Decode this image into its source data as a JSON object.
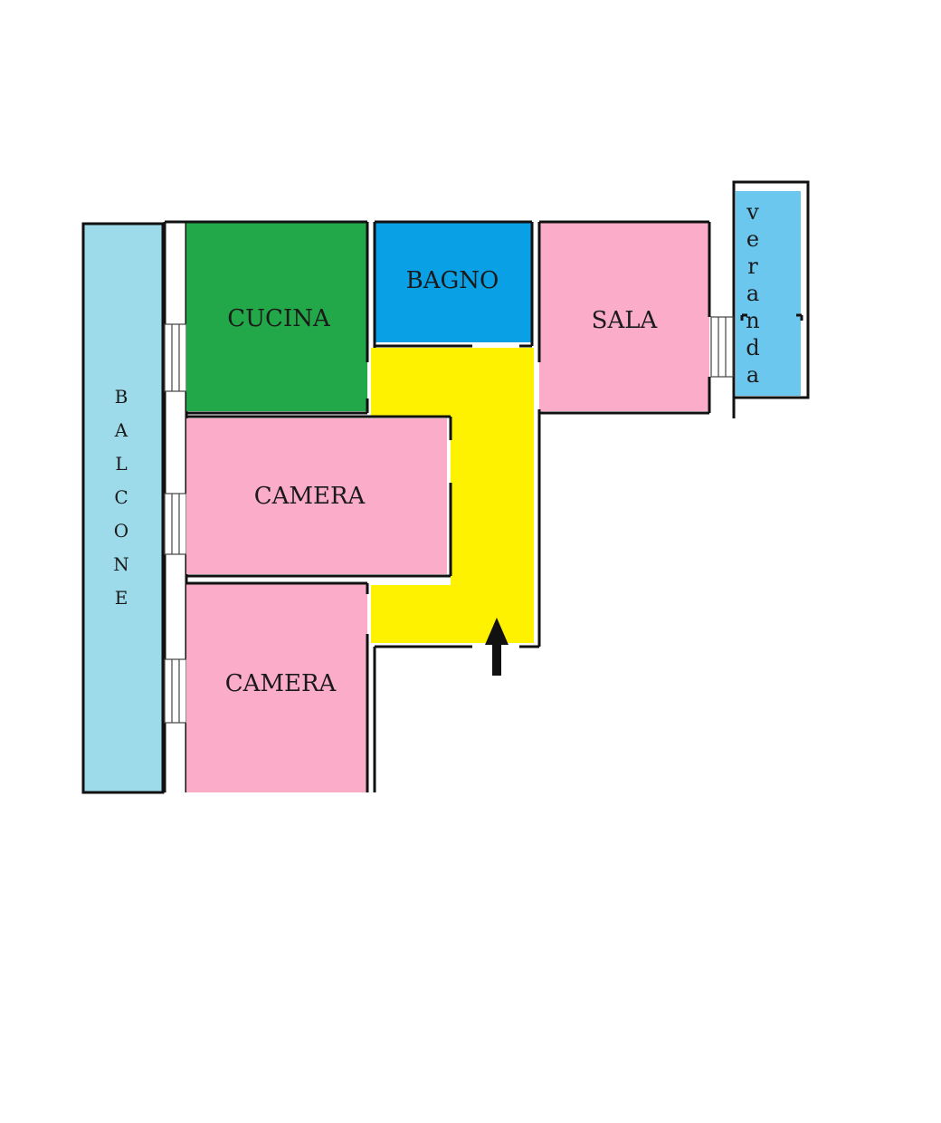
{
  "rooms": {
    "balcone": {
      "label": "BALCONE",
      "color": "#9ddaea"
    },
    "cucina": {
      "label": "CUCINA",
      "color": "#22a848"
    },
    "bagno": {
      "label": "BAGNO",
      "color": "#0aa0e6"
    },
    "sala": {
      "label": "SALA",
      "color": "#fbacc8"
    },
    "camera_1": {
      "label": "CAMERA",
      "color": "#fbacc8"
    },
    "camera_2": {
      "label": "CAMERA",
      "color": "#fbacc8"
    },
    "corridoio": {
      "label": "",
      "color": "#fff200"
    },
    "veranda": {
      "label": "veranda",
      "color": "#6cc7ef"
    }
  },
  "entrance": {
    "icon": "arrow-up-icon"
  }
}
